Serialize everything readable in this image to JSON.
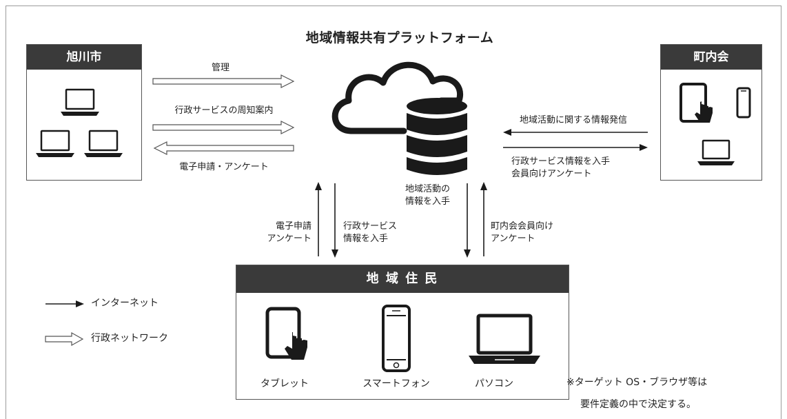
{
  "title": "地域情報共有プラットフォーム",
  "city": {
    "header": "旭川市"
  },
  "chokai": {
    "header": "町内会"
  },
  "residents": {
    "header": "地 域 住 民",
    "devices": [
      "タブレット",
      "スマートフォン",
      "パソコン"
    ]
  },
  "flows": {
    "city_manage": "管理",
    "city_notice": "行政サービスの周知案内",
    "city_apply": "電子申請・アンケート",
    "chokai_send": "地域活動に関する情報発信",
    "chokai_receive_1": "行政サービス情報を入手",
    "chokai_receive_2": "会員向けアンケート",
    "res_apply_1": "電子申請",
    "res_apply_2": "アンケート",
    "res_info_1": "行政サービス",
    "res_info_2": "情報を入手",
    "res_local_1": "地域活動の",
    "res_local_2": "情報を入手",
    "res_member_1": "町内会会員向け",
    "res_member_2": "アンケート"
  },
  "legend": {
    "internet": "インターネット",
    "admin_network": "行政ネットワーク"
  },
  "note": {
    "line1": "※ターゲット OS・ブラウザ等は",
    "line2": "要件定義の中で決定する。"
  },
  "colors": {
    "header_bg": "#3a3a3a",
    "stroke": "#1a1a1a"
  }
}
